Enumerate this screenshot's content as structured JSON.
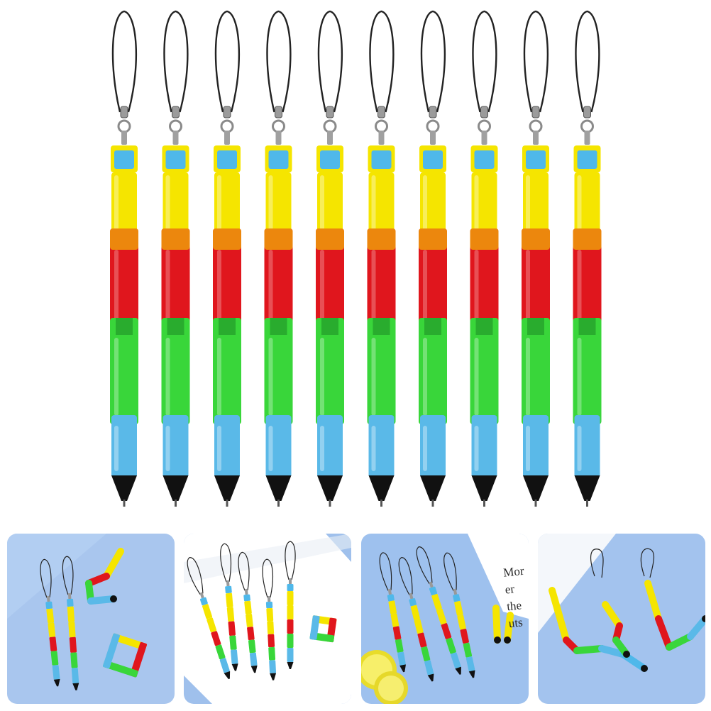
{
  "product_scene": {
    "pen_count": 10,
    "segment_colors": {
      "cap": "#4fb8ea",
      "yellow": "#f5e500",
      "red": "#e0161d",
      "green": "#39d63a",
      "blue": "#5ab9e8",
      "tip": "#111111"
    },
    "strap_color": "#222222",
    "backdrop_color": "#a8c4ec",
    "icons": [
      "lanyard-icon",
      "clasp-icon"
    ]
  },
  "thumbnails": [
    {
      "scene": "two-pens-and-folded-shapes"
    },
    {
      "scene": "five-pens-on-paper",
      "paper_text": ""
    },
    {
      "scene": "four-pens-with-lemon-slices",
      "paper_text": [
        "Mor",
        "er",
        "the",
        "uts"
      ]
    },
    {
      "scene": "folded-letter-shapes"
    }
  ]
}
